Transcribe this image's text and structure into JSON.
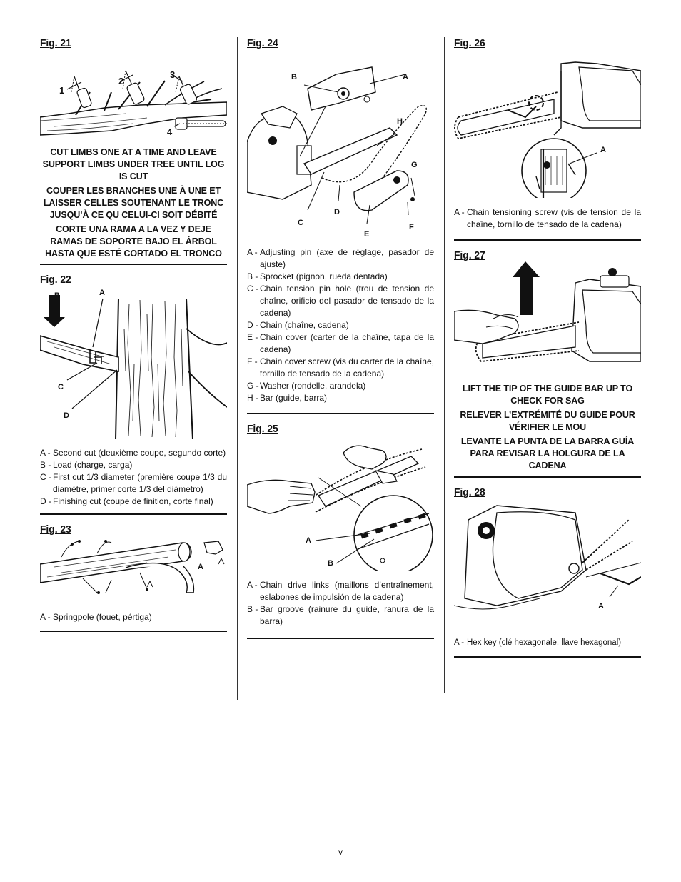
{
  "fig21": {
    "title": "Fig. 21",
    "labels": [
      "1",
      "2",
      "3",
      "4"
    ],
    "warning": [
      "CUT LIMBS ONE AT A TIME AND LEAVE SUPPORT LIMBS UNDER TREE UNTIL LOG IS CUT",
      "COUPER LES BRANCHES UNE À UNE ET LAISSER  CELLES SOUTENANT LE TRONC JUSQU’À CE QU CELUI-CI SOIT DÉBITÉ",
      "CORTE UNA RAMA A LA VEZ Y DEJE RAMAS DE SOPORTE BAJO EL ÁRBOL HASTA QUE ESTÉ CORTADO EL TRONCO"
    ]
  },
  "fig22": {
    "title": "Fig. 22",
    "labels": {
      "a": "A",
      "b": "B",
      "c": "C",
      "d": "D"
    },
    "legend": [
      {
        "key": "A -",
        "text": "Second cut (deuxième coupe, segundo corte)"
      },
      {
        "key": "B -",
        "text": "Load (charge, carga)"
      },
      {
        "key": "C -",
        "text": "First cut 1/3 diameter (première coupe 1/3 du diamètre, primer corte 1/3 del diámetro)"
      },
      {
        "key": "D -",
        "text": "Finishing cut (coupe de finition, corte final)"
      }
    ]
  },
  "fig23": {
    "title": "Fig. 23",
    "labels": {
      "a": "A"
    },
    "legend": [
      {
        "key": "A -",
        "text": "Springpole (fouet, pértiga)"
      }
    ]
  },
  "fig24": {
    "title": "Fig. 24",
    "labels": {
      "a": "A",
      "b": "B",
      "c": "C",
      "d": "D",
      "e": "E",
      "f": "F",
      "g": "G",
      "h": "H"
    },
    "legend": [
      {
        "key": "A -",
        "text": "Adjusting pin (axe de réglage, pasador de ajuste)"
      },
      {
        "key": "B -",
        "text": "Sprocket (pignon, rueda dentada)"
      },
      {
        "key": "C -",
        "text": "Chain tension pin hole (trou de tension de chaîne, orificio del pasador de tensado de la cadena)"
      },
      {
        "key": "D -",
        "text": "Chain (chaîne, cadena)"
      },
      {
        "key": "E -",
        "text": "Chain cover (carter de la chaîne, tapa de la cadena)"
      },
      {
        "key": "F -",
        "text": "Chain cover screw (vis du carter de la chaîne, tornillo de tensado de la cadena)"
      },
      {
        "key": "G -",
        "text": "Washer (rondelle, arandela)"
      },
      {
        "key": "H -",
        "text": "Bar (guide, barra)"
      }
    ]
  },
  "fig25": {
    "title": "Fig. 25",
    "labels": {
      "a": "A",
      "b": "B"
    },
    "legend": [
      {
        "key": "A -",
        "text": "Chain drive links (maillons d’entraînement, eslabones de impulsión de la cadena)"
      },
      {
        "key": "B -",
        "text": "Bar groove (rainure du guide, ranura de la barra)"
      }
    ]
  },
  "fig26": {
    "title": "Fig. 26",
    "labels": {
      "a": "A"
    },
    "legend": [
      {
        "key": "A -",
        "text": "Chain tensioning screw (vis de tension de la chaîne, tornillo de tensado de la cadena)"
      }
    ]
  },
  "fig27": {
    "title": "Fig. 27",
    "warning": [
      "LIFT THE TIP OF THE GUIDE BAR UP TO CHECK FOR SAG",
      "RELEVER L’EXTRÉMITÉ DU GUIDE POUR VÉRIFIER LE MOU",
      "LEVANTE LA PUNTA DE LA BARRA GUÍA PARA REVISAR LA HOLGURA DE LA CADENA"
    ]
  },
  "fig28": {
    "title": "Fig. 28",
    "labels": {
      "a": "A"
    },
    "legend": [
      {
        "key": "A -",
        "text": "Hex key (clé hexagonale, llave hexagonal)"
      }
    ]
  },
  "page_number": "v"
}
